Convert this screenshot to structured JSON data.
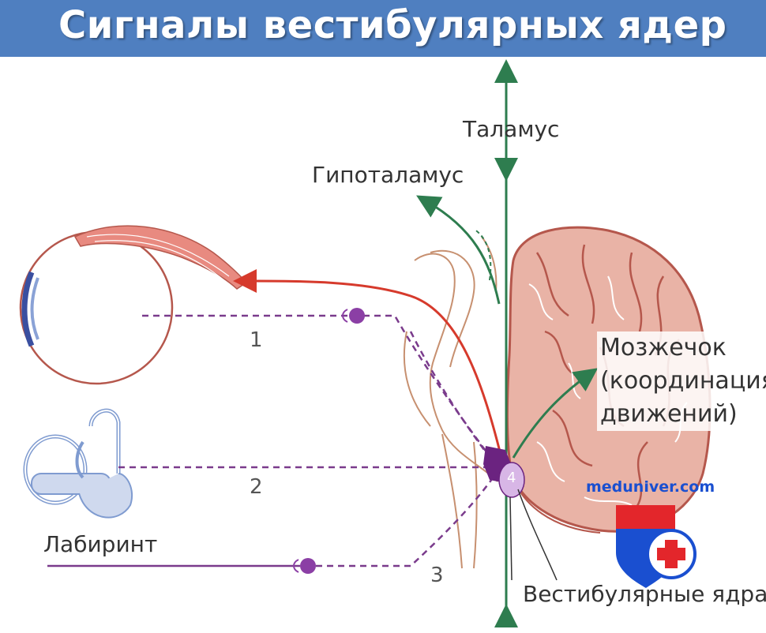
{
  "title": "Сигналы вестибулярных ядер",
  "labels": {
    "thalamus": "Таламус",
    "hypothalamus": "Гипоталамус",
    "cerebellum_line1": "Мозжечок",
    "cerebellum_line2": "(координация",
    "cerebellum_line3": "движений)",
    "labyrinth": "Лабиринт",
    "vestibular_nuclei": "Вестибулярные ядра",
    "num1": "1",
    "num2": "2",
    "num3": "3",
    "num4": "4"
  },
  "watermark": "meduniver.com",
  "colors": {
    "banner": "#4f7fc0",
    "green_arrow": "#2e7d4f",
    "red_path": "#d63a2c",
    "dashed_path": "#7a3b8c",
    "cerebellum": "#c97a6e",
    "nucleus": "#7b2c8e"
  }
}
